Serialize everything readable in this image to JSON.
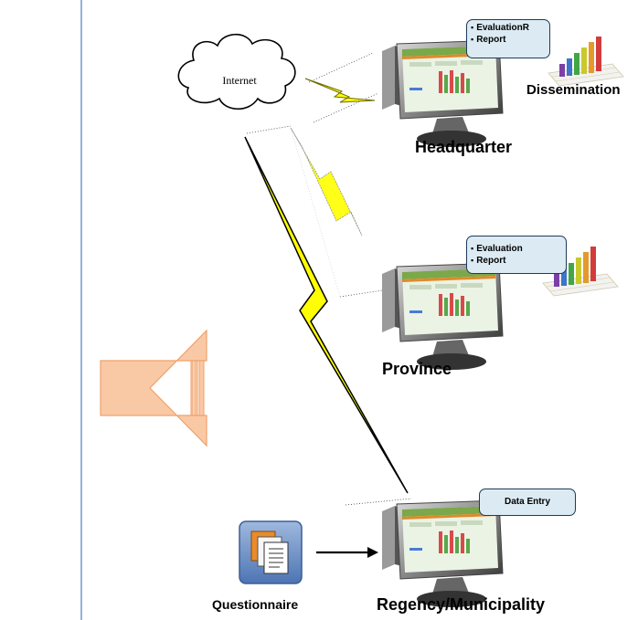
{
  "cloud": {
    "label": "Internet"
  },
  "nodes": {
    "headquarter": {
      "label": "Headquarter",
      "items": [
        "EvaluationR",
        "Report"
      ],
      "chart_label": "Dissemination"
    },
    "province": {
      "label": "Province",
      "items": [
        "Evaluation",
        "Report"
      ]
    },
    "regency": {
      "label": "Regency/Municipality",
      "callout": "Data Entry"
    }
  },
  "questionnaire": {
    "label": "Questionnaire"
  },
  "icons": [
    "cloud-icon",
    "lightning-bolt-icon",
    "computer-monitor-icon",
    "bar-chart-icon",
    "document-stack-icon",
    "arrow-right-icon",
    "block-arrow-icon"
  ],
  "colors": {
    "lightning": "#ffff00",
    "arrow_fill": "#f9c9a5",
    "arrow_stroke": "#f1a06a",
    "callout_fill": "#dcebf3",
    "screen": "#eaf3e4",
    "left_line": "#4f7fbf"
  }
}
